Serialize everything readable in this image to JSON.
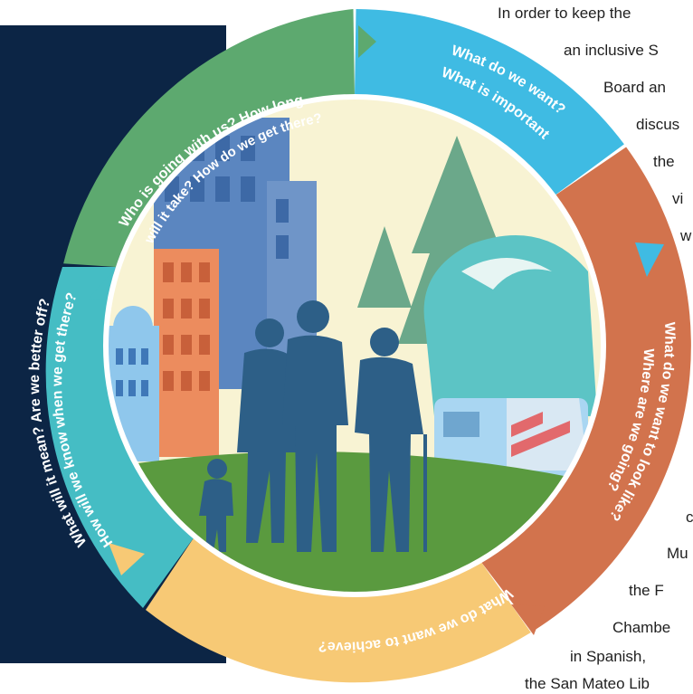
{
  "wheel_segments": {
    "green": "Who is going with us? How long will it take? How do we get there?",
    "blue": "What do we want? What is important",
    "orange": "What do we want to look like? Where are we going?",
    "yellow": "What do we want to achieve?",
    "teal": "What will it mean? Are we better off? How will we know when we get there?"
  },
  "wheel_labels": {
    "green_1": "Who is going with us? How long",
    "green_2": "will it take? How do we get there?",
    "blue_1": "What do we want?",
    "blue_2": "What is important",
    "orange_1": "What do we want to look like?",
    "orange_2": "Where are we going?",
    "yellow_1": "What do we want to achieve?",
    "teal_1": "What will it mean? Are we better off?",
    "teal_2": "How will we know when we get there?"
  },
  "paragraph_lines": [
    "In order to keep the",
    "an inclusive S",
    "Board an",
    "discus",
    "the",
    "vi",
    "w",
    "c",
    "Mu",
    "the F",
    "Chambe",
    "in Spanish,",
    "the San Mateo Lib"
  ],
  "colors": {
    "navy": "#0c2545",
    "green": "#5da96f",
    "blue": "#3fbbe3",
    "orange": "#d2734d",
    "yellow": "#f7c975",
    "teal": "#45bdc4",
    "label_text": "#ffffff"
  }
}
